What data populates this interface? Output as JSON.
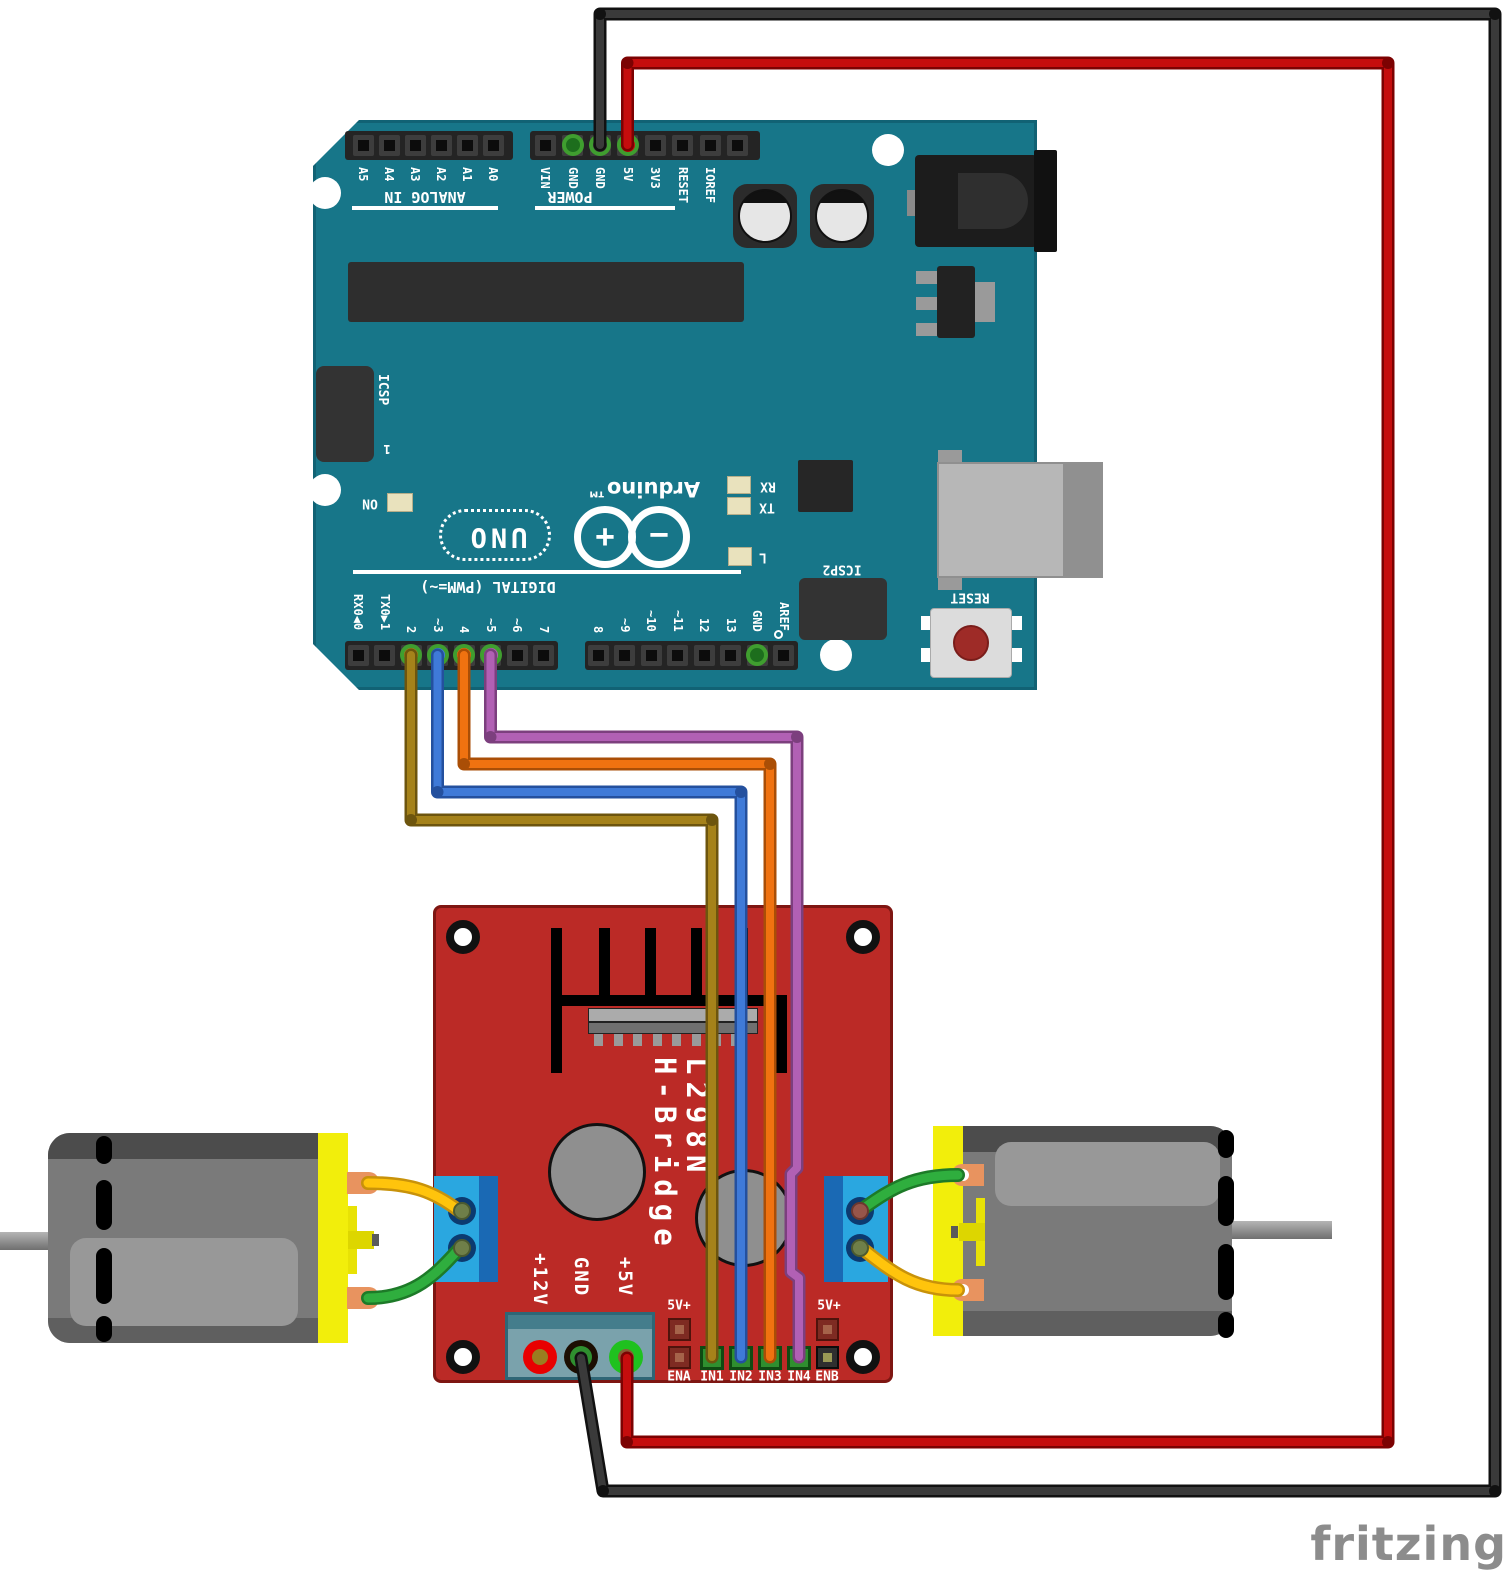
{
  "watermark": "fritzing",
  "colors": {
    "arduino_board": "#177689",
    "hbridge_board": "#bb2a26",
    "motor_body": "#7a7a7a",
    "motor_cap": "#f2ee0b",
    "terminal_block_blue": "#2aa7e0",
    "wire_red": "#c50d0d",
    "wire_red_dark": "#7c0202",
    "wire_black": "#3a3a3a",
    "wire_black_dark": "#111111",
    "wire_olive": "#a5821a",
    "wire_olive_dark": "#6d550e",
    "wire_blue": "#3f7ad8",
    "wire_blue_dark": "#24509e",
    "wire_orange": "#f07210",
    "wire_orange_dark": "#aa4e06",
    "wire_purple": "#b160b4",
    "wire_purple_dark": "#7c3f7e",
    "wire_yellow": "#ffc40c",
    "wire_yellow_dark": "#c8920a",
    "wire_green": "#2fae3e",
    "wire_green_dark": "#1d7a28"
  },
  "arduino": {
    "silk": {
      "analog_in": "ANALOG IN",
      "power": "POWER",
      "digital": "DIGITAL (PWM=~)",
      "uno": "UNO",
      "brand": "Arduino™",
      "on": "ON",
      "rx": "RX",
      "tx": "TX",
      "l": "L",
      "icsp": "ICSP",
      "icsp_pin1": "1",
      "icsp2": "ICSP2",
      "reset": "RESET"
    },
    "analog_pins": [
      {
        "label": "A5"
      },
      {
        "label": "A4"
      },
      {
        "label": "A3"
      },
      {
        "label": "A2"
      },
      {
        "label": "A1"
      },
      {
        "label": "A0"
      }
    ],
    "power_pins": [
      {
        "label": "VIN"
      },
      {
        "label": "GND",
        "connected": true
      },
      {
        "label": "GND",
        "connected": true,
        "wire": "black"
      },
      {
        "label": "5V",
        "connected": true,
        "wire": "red"
      },
      {
        "label": "3V3"
      },
      {
        "label": "RESET"
      },
      {
        "label": "IOREF"
      },
      {
        "label": ""
      }
    ],
    "digital_left": [
      {
        "label": "RX0◀0"
      },
      {
        "label": "TX0▶1"
      },
      {
        "label": "2",
        "connected": true,
        "wire": "olive"
      },
      {
        "label": "~3",
        "connected": true,
        "wire": "blue"
      },
      {
        "label": "4",
        "connected": true,
        "wire": "orange"
      },
      {
        "label": "~5",
        "connected": true,
        "wire": "purple"
      },
      {
        "label": "~6"
      },
      {
        "label": "7"
      }
    ],
    "digital_right": [
      {
        "label": "8"
      },
      {
        "label": "~9"
      },
      {
        "label": "~10"
      },
      {
        "label": "~11"
      },
      {
        "label": "12"
      },
      {
        "label": "13"
      },
      {
        "label": "GND",
        "connected": true
      },
      {
        "label": "AREF"
      }
    ]
  },
  "hbridge": {
    "title_line1": "L298N",
    "title_line2": "H-Bridge",
    "power_terminal_labels": [
      "+12V",
      "GND",
      "+5V"
    ],
    "jumper_label_left": "5V+",
    "jumper_label_right": "5V+",
    "control_pins": [
      {
        "label": "ENA",
        "type": "jumper"
      },
      {
        "label": "IN1",
        "type": "signal",
        "wire": "olive"
      },
      {
        "label": "IN2",
        "type": "signal",
        "wire": "blue"
      },
      {
        "label": "IN3",
        "type": "signal",
        "wire": "orange"
      },
      {
        "label": "IN4",
        "type": "signal",
        "wire": "purple"
      },
      {
        "label": "ENB",
        "type": "jumper2"
      }
    ]
  },
  "connections": [
    {
      "from": "Arduino 5V",
      "to": "L298N +5V",
      "color": "red"
    },
    {
      "from": "Arduino GND",
      "to": "L298N GND",
      "color": "black"
    },
    {
      "from": "Arduino D2",
      "to": "L298N IN1",
      "color": "olive"
    },
    {
      "from": "Arduino D3",
      "to": "L298N IN2",
      "color": "blue"
    },
    {
      "from": "Arduino D4",
      "to": "L298N IN3",
      "color": "orange"
    },
    {
      "from": "Arduino D5",
      "to": "L298N IN4",
      "color": "purple"
    },
    {
      "from": "Left motor top terminal",
      "to": "L298N left output top",
      "color": "yellow"
    },
    {
      "from": "Left motor bottom terminal",
      "to": "L298N left output bottom",
      "color": "green"
    },
    {
      "from": "Right motor top terminal",
      "to": "L298N right output top",
      "color": "green"
    },
    {
      "from": "Right motor bottom terminal",
      "to": "L298N right output bottom",
      "color": "yellow"
    }
  ]
}
